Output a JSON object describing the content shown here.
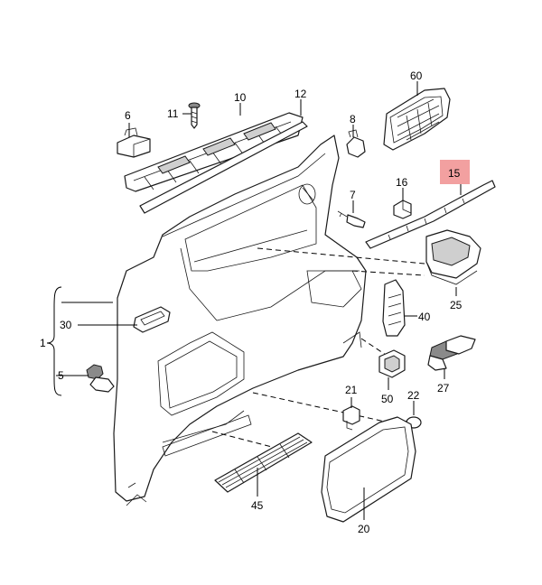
{
  "highlight_color": "#f2a0a0",
  "labels": {
    "p1": "1",
    "p5": "5",
    "p6": "6",
    "p7": "7",
    "p8": "8",
    "p10": "10",
    "p11": "11",
    "p12": "12",
    "p15": "15",
    "p16": "16",
    "p20": "20",
    "p21": "21",
    "p22": "22",
    "p25": "25",
    "p27": "27",
    "p30": "30",
    "p40": "40",
    "p45": "45",
    "p50": "50",
    "p60": "60"
  }
}
